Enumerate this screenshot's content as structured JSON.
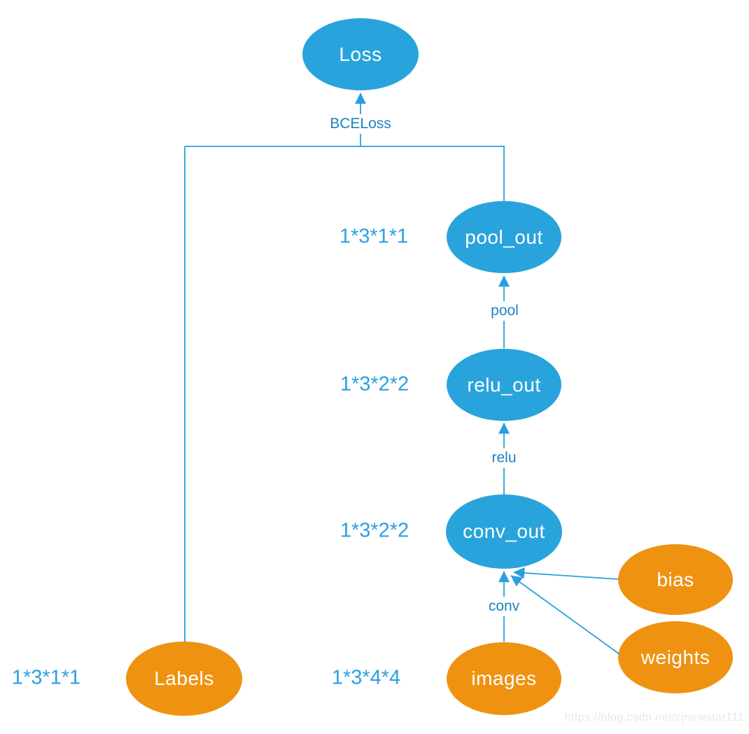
{
  "title": "computation graph diagram",
  "colors": {
    "node_blue": "#29A3DC",
    "node_orange": "#EF9211",
    "line_blue": "#2B9FDE",
    "op_label_blue": "#1E82C0",
    "dim_label_blue": "#2C9FE0",
    "node_text": "#FFFFFF",
    "watermark_gray": "#E7E7E5"
  },
  "nodes": {
    "loss": {
      "label": "Loss",
      "type": "blue"
    },
    "pool_out": {
      "label": "pool_out",
      "type": "blue"
    },
    "relu_out": {
      "label": "relu_out",
      "type": "blue"
    },
    "conv_out": {
      "label": "conv_out",
      "type": "blue"
    },
    "labels": {
      "label": "Labels",
      "type": "orange"
    },
    "images": {
      "label": "images",
      "type": "orange"
    },
    "bias": {
      "label": "bias",
      "type": "orange"
    },
    "weights": {
      "label": "weights",
      "type": "orange"
    }
  },
  "ops": {
    "bceloss": "BCELoss",
    "pool": "pool",
    "relu": "relu",
    "conv": "conv"
  },
  "dims": {
    "pool_out": "1*3*1*1",
    "relu_out": "1*3*2*2",
    "conv_out": "1*3*2*2",
    "labels": "1*3*1*1",
    "images": "1*3*4*4"
  },
  "watermark": "https://blog.csdn.net/cjnewstar111"
}
